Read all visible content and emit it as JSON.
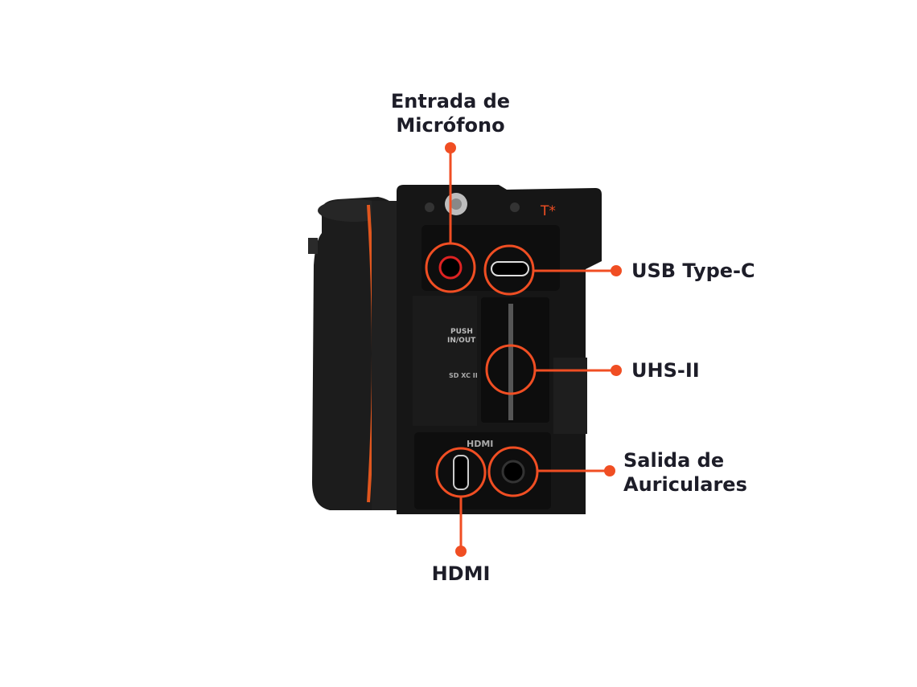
{
  "accent_color": "#f04e23",
  "callouts": [
    {
      "id": "mic",
      "lines": [
        "Entrada de",
        "Micrófono"
      ]
    },
    {
      "id": "usb",
      "lines": [
        "USB Type-C"
      ]
    },
    {
      "id": "uhs",
      "lines": [
        "UHS-II"
      ]
    },
    {
      "id": "headphones",
      "lines": [
        "Salida de",
        "Auriculares"
      ]
    },
    {
      "id": "hdmi",
      "lines": [
        "HDMI"
      ]
    }
  ],
  "camera_markings": {
    "badge": "T*",
    "push": "PUSH",
    "inout": "IN/OUT",
    "hdmi_port": "HDMI",
    "sd_logo": "SD XC II"
  }
}
